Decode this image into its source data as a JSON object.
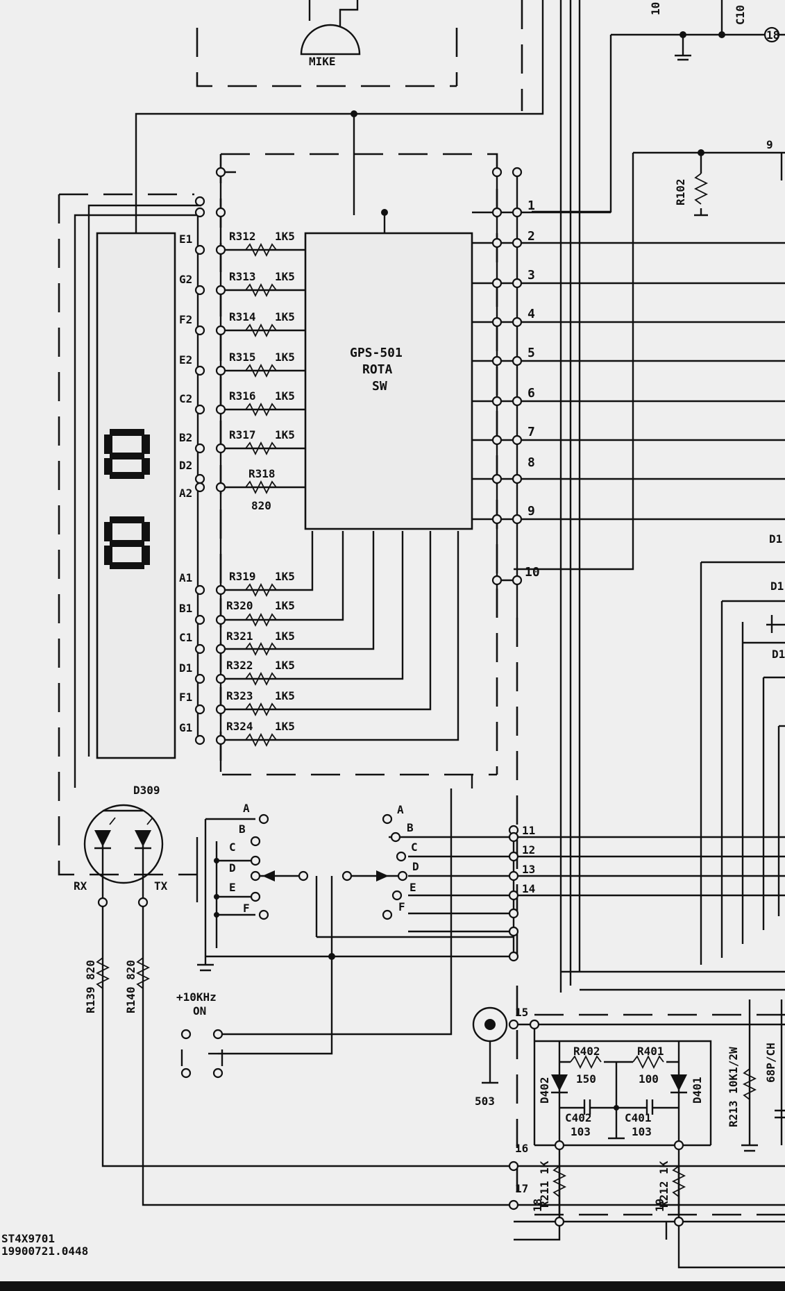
{
  "labels": {
    "mike": "MIKE",
    "ic_name": "GPS-501",
    "ic_sub1": "ROTA",
    "ic_sub2": "SW",
    "d309": "D309",
    "rx": "RX",
    "tx": "TX",
    "r139": "R139 820",
    "r140": "R140 820",
    "khz1": "+10KHz",
    "khz2": "ON",
    "r102": "R102",
    "c10x": "C10",
    "n18a": "18",
    "n9top": "9",
    "n10top": "10",
    "r402": "R402",
    "r402v": "150",
    "r401": "R401",
    "r401v": "100",
    "c402": "C402",
    "c402v": "103",
    "c401": "C401",
    "c401v": "103",
    "d402": "D402",
    "d401": "D401",
    "r211": "R211 1K",
    "r212": "R212 1K",
    "r213": "R213 10K1/2W",
    "cap68": "68P/CH",
    "j503": "503",
    "d1a": "D1",
    "d1b": "D1",
    "d1c": "D1",
    "footer1": "ST4X9701",
    "footer2": "19900721.0448"
  },
  "display_pins_upper": [
    "E1",
    "G2",
    "F2",
    "E2",
    "C2",
    "B2",
    "D2",
    "A2"
  ],
  "display_pins_lower": [
    "A1",
    "B1",
    "C1",
    "D1",
    "F1",
    "G1"
  ],
  "resistors_upper": [
    {
      "ref": "R312",
      "val": "1K5"
    },
    {
      "ref": "R313",
      "val": "1K5"
    },
    {
      "ref": "R314",
      "val": "1K5"
    },
    {
      "ref": "R315",
      "val": "1K5"
    },
    {
      "ref": "R316",
      "val": "1K5"
    },
    {
      "ref": "R317",
      "val": "1K5"
    },
    {
      "ref": "R318",
      "val": "820"
    }
  ],
  "resistors_lower": [
    {
      "ref": "R319",
      "val": "1K5"
    },
    {
      "ref": "R320",
      "val": "1K5"
    },
    {
      "ref": "R321",
      "val": "1K5"
    },
    {
      "ref": "R322",
      "val": "1K5"
    },
    {
      "ref": "R323",
      "val": "1K5"
    },
    {
      "ref": "R324",
      "val": "1K5"
    }
  ],
  "connector_pins": [
    "1",
    "2",
    "3",
    "4",
    "5",
    "6",
    "7",
    "8",
    "9",
    "10"
  ],
  "lower_pins": [
    "11",
    "12",
    "13",
    "14",
    "15",
    "16",
    "17",
    "18",
    "19"
  ],
  "switch_left": [
    "A",
    "B",
    "C",
    "D",
    "E",
    "F"
  ],
  "switch_right": [
    "A",
    "B",
    "C",
    "D",
    "E",
    "F"
  ]
}
